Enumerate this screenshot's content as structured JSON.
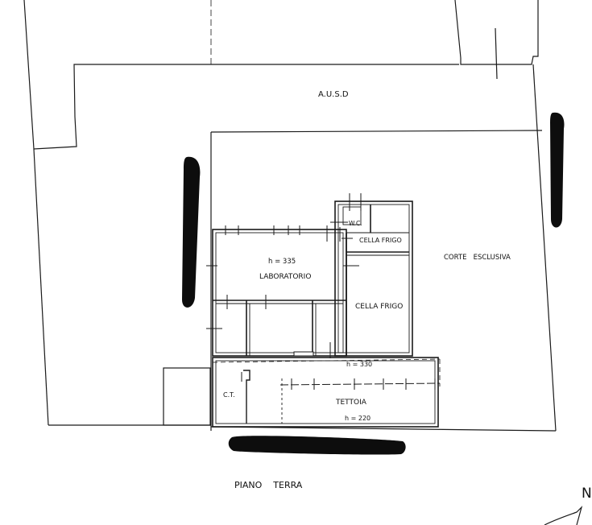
{
  "colors": {
    "ink": "#1a1a1a",
    "redaction": "#0d0d0d",
    "paper": "#ffffff"
  },
  "labels": {
    "ausd": "A.U.S.D",
    "corte": "CORTE   ESCLUSIVA",
    "laboratorio": "LABORATORIO",
    "h_lab": "h = 335",
    "wc": "W.C.",
    "cella_frigo_small": "CELLA FRIGO",
    "cella_frigo_large": "CELLA FRIGO",
    "h_330": "h = 330",
    "ct": "C.T.",
    "tettoia": "TETTOIA",
    "h_220": "h = 220",
    "piano_terra": "PIANO    TERRA",
    "north": "N"
  },
  "icons": {
    "north_arrow": "north-arrow-icon"
  }
}
